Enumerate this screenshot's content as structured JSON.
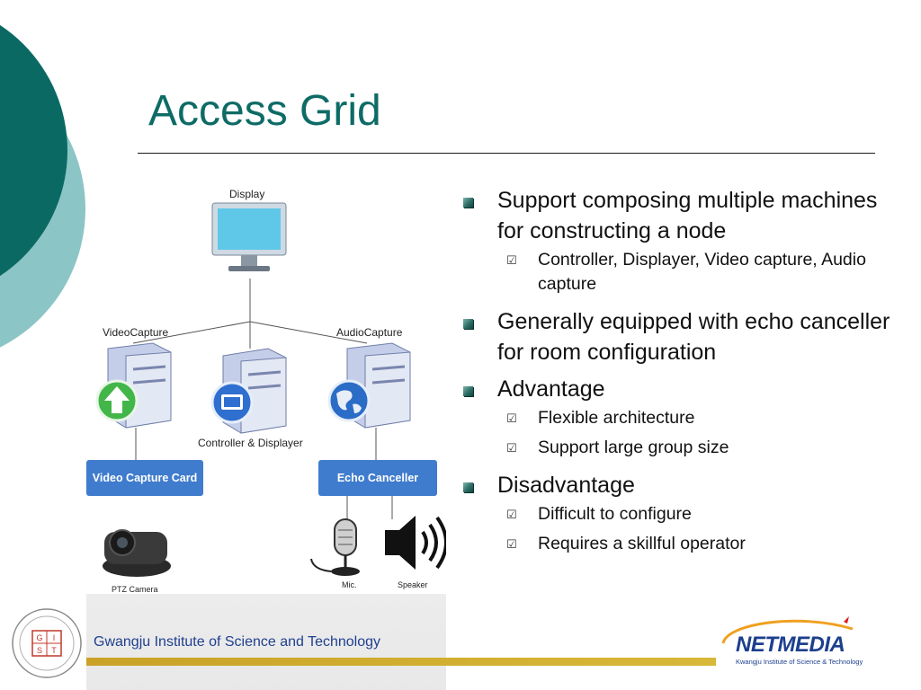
{
  "slide": {
    "title": "Access Grid"
  },
  "diagram": {
    "display_label": "Display",
    "video_capture_label": "VideoCapture",
    "audio_capture_label": "AudioCapture",
    "controller_label": "Controller & Displayer",
    "video_capture_card": "Video Capture Card",
    "echo_canceller": "Echo Canceller",
    "ptz_camera": "PTZ Camera",
    "mic": "Mic.",
    "speaker": "Speaker"
  },
  "bullets": [
    {
      "text": "Support composing multiple machines for constructing a node",
      "sub": [
        "Controller, Displayer, Video capture, Audio capture"
      ]
    },
    {
      "text": "Generally equipped with echo canceller for room configuration",
      "sub": []
    },
    {
      "text": "Advantage",
      "sub": [
        "Flexible architecture",
        "Support large group size"
      ]
    },
    {
      "text": "Disadvantage",
      "sub": [
        "Difficult to configure",
        "Requires a skillful operator"
      ]
    }
  ],
  "icons": {
    "bullet_marker": "square-bullet-icon",
    "sub_marker": "checkbox-icon"
  },
  "colors": {
    "title": "#0e6b66",
    "circle_dark": "#0a6963",
    "circle_light": "#8cc5c6",
    "box_blue": "#3f7ccd",
    "footer_gold": "#c9a227",
    "institute_text": "#1f3f8f"
  },
  "footer": {
    "institute": "Gwangju Institute of Science and Technology",
    "seal_letters": [
      "G",
      "I",
      "S",
      "T"
    ],
    "logo_text": "NETMEDIA",
    "logo_sub": "Kwangju Institute of Science & Technology"
  }
}
